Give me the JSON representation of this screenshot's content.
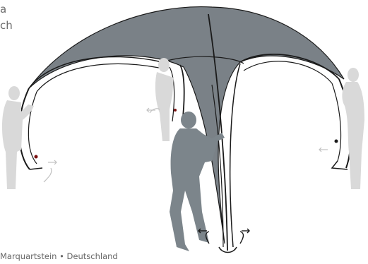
{
  "header_fragment": {
    "line1": "a",
    "line2": "ch"
  },
  "footer": {
    "location": "Marquartstein",
    "separator": "•",
    "country": "Deutschland"
  },
  "colors": {
    "canopy": "#7a8187",
    "person_dark": "#7c858b",
    "person_light": "#d9d9d9",
    "outline": "#1a1a1a",
    "valve": "#7a1010"
  }
}
